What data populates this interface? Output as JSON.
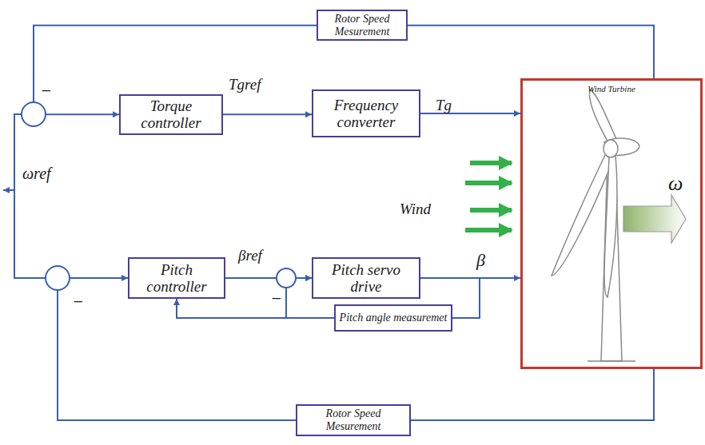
{
  "diagram": {
    "nodes": [
      {
        "text": [
          "Rotor Speed Mesurement"
        ]
      },
      {
        "text": [
          "Torque controller"
        ]
      },
      {
        "text": [
          "Frequency converter"
        ]
      },
      {
        "text": [
          "Wind Turbine"
        ]
      },
      {
        "text": [
          "Pitch controller"
        ]
      },
      {
        "text": [
          "Pitch servo drive"
        ]
      },
      {
        "text": [
          "Pitch angle measuremet"
        ]
      },
      {
        "text": [
          "Rotor Speed Mesurement"
        ]
      }
    ],
    "edges": [
      {
        "from": 0,
        "to": 1,
        "arrow": "to"
      },
      {
        "from": 1,
        "to": 2,
        "label": "Tgref",
        "arrow": "to"
      },
      {
        "from": 2,
        "to": 3,
        "label": "Tg",
        "arrow": "to"
      },
      {
        "from": 3,
        "to": 0,
        "arrow": "none"
      },
      {
        "from": 3,
        "to": 7,
        "arrow": "none"
      },
      {
        "from": 7,
        "to": 4,
        "arrow": "to"
      },
      {
        "from": 4,
        "to": 5,
        "label": "βref",
        "arrow": "to"
      },
      {
        "from": 5,
        "to": 3,
        "label": "β",
        "arrow": "to"
      },
      {
        "from": 3,
        "to": 6,
        "arrow": "none"
      },
      {
        "from": 6,
        "to": 4,
        "arrow": "to"
      },
      {
        "from": 6,
        "to": 5,
        "arrow": "to"
      }
    ],
    "labels": [
      "−",
      "ωref",
      "Wind",
      "ω",
      "−",
      "−"
    ]
  }
}
